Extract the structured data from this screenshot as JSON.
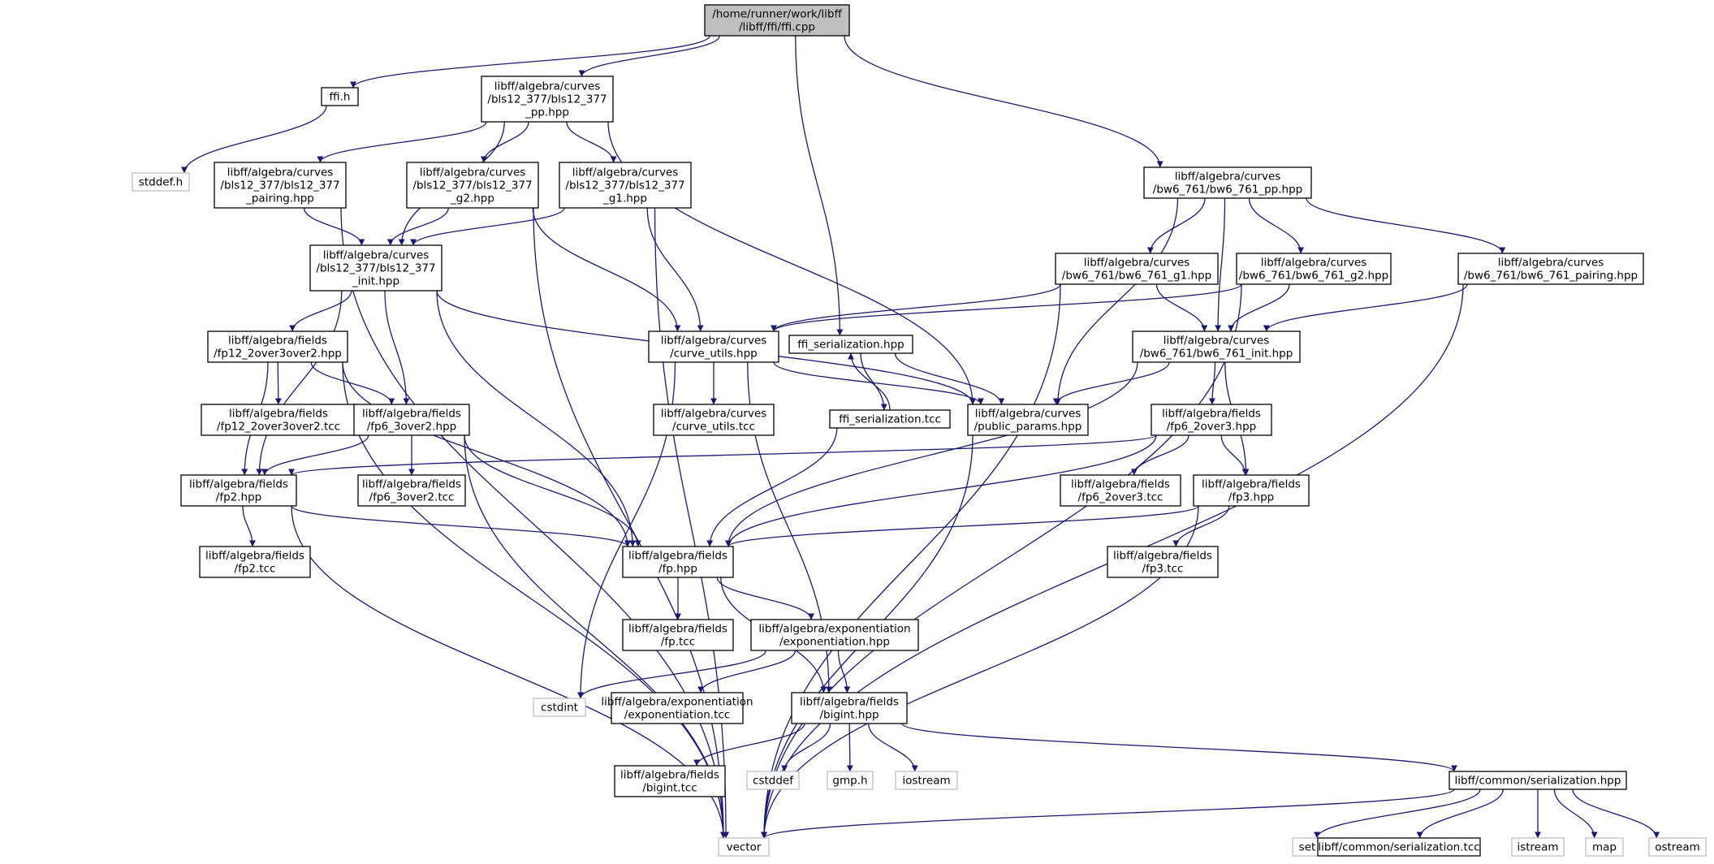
{
  "colors": {
    "root_fill": "#bfbfbf",
    "node_fill": "#ffffff",
    "node_border": "#000000",
    "external_border": "#bfbfbf",
    "edge": "#191970"
  },
  "nodes": [
    {
      "id": "root",
      "lines": [
        "/home/runner/work/libff",
        "/libff/ffi/ffi.cpp"
      ],
      "kind": "root"
    },
    {
      "id": "ffi_h",
      "lines": [
        "ffi.h"
      ],
      "kind": "file"
    },
    {
      "id": "stddef_h",
      "lines": [
        "stddef.h"
      ],
      "kind": "external"
    },
    {
      "id": "bls_pp",
      "lines": [
        "libff/algebra/curves",
        "/bls12_377/bls12_377",
        "_pp.hpp"
      ],
      "kind": "file"
    },
    {
      "id": "bls_pairing",
      "lines": [
        "libff/algebra/curves",
        "/bls12_377/bls12_377",
        "_pairing.hpp"
      ],
      "kind": "file"
    },
    {
      "id": "bls_g2",
      "lines": [
        "libff/algebra/curves",
        "/bls12_377/bls12_377",
        "_g2.hpp"
      ],
      "kind": "file"
    },
    {
      "id": "bls_g1",
      "lines": [
        "libff/algebra/curves",
        "/bls12_377/bls12_377",
        "_g1.hpp"
      ],
      "kind": "file"
    },
    {
      "id": "bls_init",
      "lines": [
        "libff/algebra/curves",
        "/bls12_377/bls12_377",
        "_init.hpp"
      ],
      "kind": "file"
    },
    {
      "id": "fp12",
      "lines": [
        "libff/algebra/fields",
        "/fp12_2over3over2.hpp"
      ],
      "kind": "file"
    },
    {
      "id": "fp12_tcc",
      "lines": [
        "libff/algebra/fields",
        "/fp12_2over3over2.tcc"
      ],
      "kind": "file"
    },
    {
      "id": "fp6_3o2",
      "lines": [
        "libff/algebra/fields",
        "/fp6_3over2.hpp"
      ],
      "kind": "file"
    },
    {
      "id": "fp6_3o2_tcc",
      "lines": [
        "libff/algebra/fields",
        "/fp6_3over2.tcc"
      ],
      "kind": "file"
    },
    {
      "id": "fp2",
      "lines": [
        "libff/algebra/fields",
        "/fp2.hpp"
      ],
      "kind": "file"
    },
    {
      "id": "fp2_tcc",
      "lines": [
        "libff/algebra/fields",
        "/fp2.tcc"
      ],
      "kind": "file"
    },
    {
      "id": "curve_utils",
      "lines": [
        "libff/algebra/curves",
        "/curve_utils.hpp"
      ],
      "kind": "file"
    },
    {
      "id": "curve_utils_tcc",
      "lines": [
        "libff/algebra/curves",
        "/curve_utils.tcc"
      ],
      "kind": "file"
    },
    {
      "id": "ffi_ser",
      "lines": [
        "ffi_serialization.hpp"
      ],
      "kind": "file"
    },
    {
      "id": "ffi_ser_tcc",
      "lines": [
        "ffi_serialization.tcc"
      ],
      "kind": "file"
    },
    {
      "id": "public_params",
      "lines": [
        "libff/algebra/curves",
        "/public_params.hpp"
      ],
      "kind": "file"
    },
    {
      "id": "bw_pp",
      "lines": [
        "libff/algebra/curves",
        "/bw6_761/bw6_761_pp.hpp"
      ],
      "kind": "file"
    },
    {
      "id": "bw_g1",
      "lines": [
        "libff/algebra/curves",
        "/bw6_761/bw6_761_g1.hpp"
      ],
      "kind": "file"
    },
    {
      "id": "bw_g2",
      "lines": [
        "libff/algebra/curves",
        "/bw6_761/bw6_761_g2.hpp"
      ],
      "kind": "file"
    },
    {
      "id": "bw_pairing",
      "lines": [
        "libff/algebra/curves",
        "/bw6_761/bw6_761_pairing.hpp"
      ],
      "kind": "file"
    },
    {
      "id": "bw_init",
      "lines": [
        "libff/algebra/curves",
        "/bw6_761/bw6_761_init.hpp"
      ],
      "kind": "file"
    },
    {
      "id": "fp6_2o3",
      "lines": [
        "libff/algebra/fields",
        "/fp6_2over3.hpp"
      ],
      "kind": "file"
    },
    {
      "id": "fp6_2o3_tcc",
      "lines": [
        "libff/algebra/fields",
        "/fp6_2over3.tcc"
      ],
      "kind": "file"
    },
    {
      "id": "fp3",
      "lines": [
        "libff/algebra/fields",
        "/fp3.hpp"
      ],
      "kind": "file"
    },
    {
      "id": "fp3_tcc",
      "lines": [
        "libff/algebra/fields",
        "/fp3.tcc"
      ],
      "kind": "file"
    },
    {
      "id": "fp",
      "lines": [
        "libff/algebra/fields",
        "/fp.hpp"
      ],
      "kind": "file"
    },
    {
      "id": "fp_tcc",
      "lines": [
        "libff/algebra/fields",
        "/fp.tcc"
      ],
      "kind": "file"
    },
    {
      "id": "expo",
      "lines": [
        "libff/algebra/exponentiation",
        "/exponentiation.hpp"
      ],
      "kind": "file"
    },
    {
      "id": "expo_tcc",
      "lines": [
        "libff/algebra/exponentiation",
        "/exponentiation.tcc"
      ],
      "kind": "file"
    },
    {
      "id": "cstdint",
      "lines": [
        "cstdint"
      ],
      "kind": "external"
    },
    {
      "id": "bigint",
      "lines": [
        "libff/algebra/fields",
        "/bigint.hpp"
      ],
      "kind": "file"
    },
    {
      "id": "bigint_tcc",
      "lines": [
        "libff/algebra/fields",
        "/bigint.tcc"
      ],
      "kind": "file"
    },
    {
      "id": "cstddef",
      "lines": [
        "cstddef"
      ],
      "kind": "external"
    },
    {
      "id": "gmp_h",
      "lines": [
        "gmp.h"
      ],
      "kind": "external"
    },
    {
      "id": "iostream",
      "lines": [
        "iostream"
      ],
      "kind": "external"
    },
    {
      "id": "serialization",
      "lines": [
        "libff/common/serialization.hpp"
      ],
      "kind": "file"
    },
    {
      "id": "vector",
      "lines": [
        "vector"
      ],
      "kind": "external"
    },
    {
      "id": "set",
      "lines": [
        "set"
      ],
      "kind": "external"
    },
    {
      "id": "serialization_tcc",
      "lines": [
        "libff/common/serialization.tcc"
      ],
      "kind": "file"
    },
    {
      "id": "istream",
      "lines": [
        "istream"
      ],
      "kind": "external"
    },
    {
      "id": "map",
      "lines": [
        "map"
      ],
      "kind": "external"
    },
    {
      "id": "ostream",
      "lines": [
        "ostream"
      ],
      "kind": "external"
    }
  ]
}
